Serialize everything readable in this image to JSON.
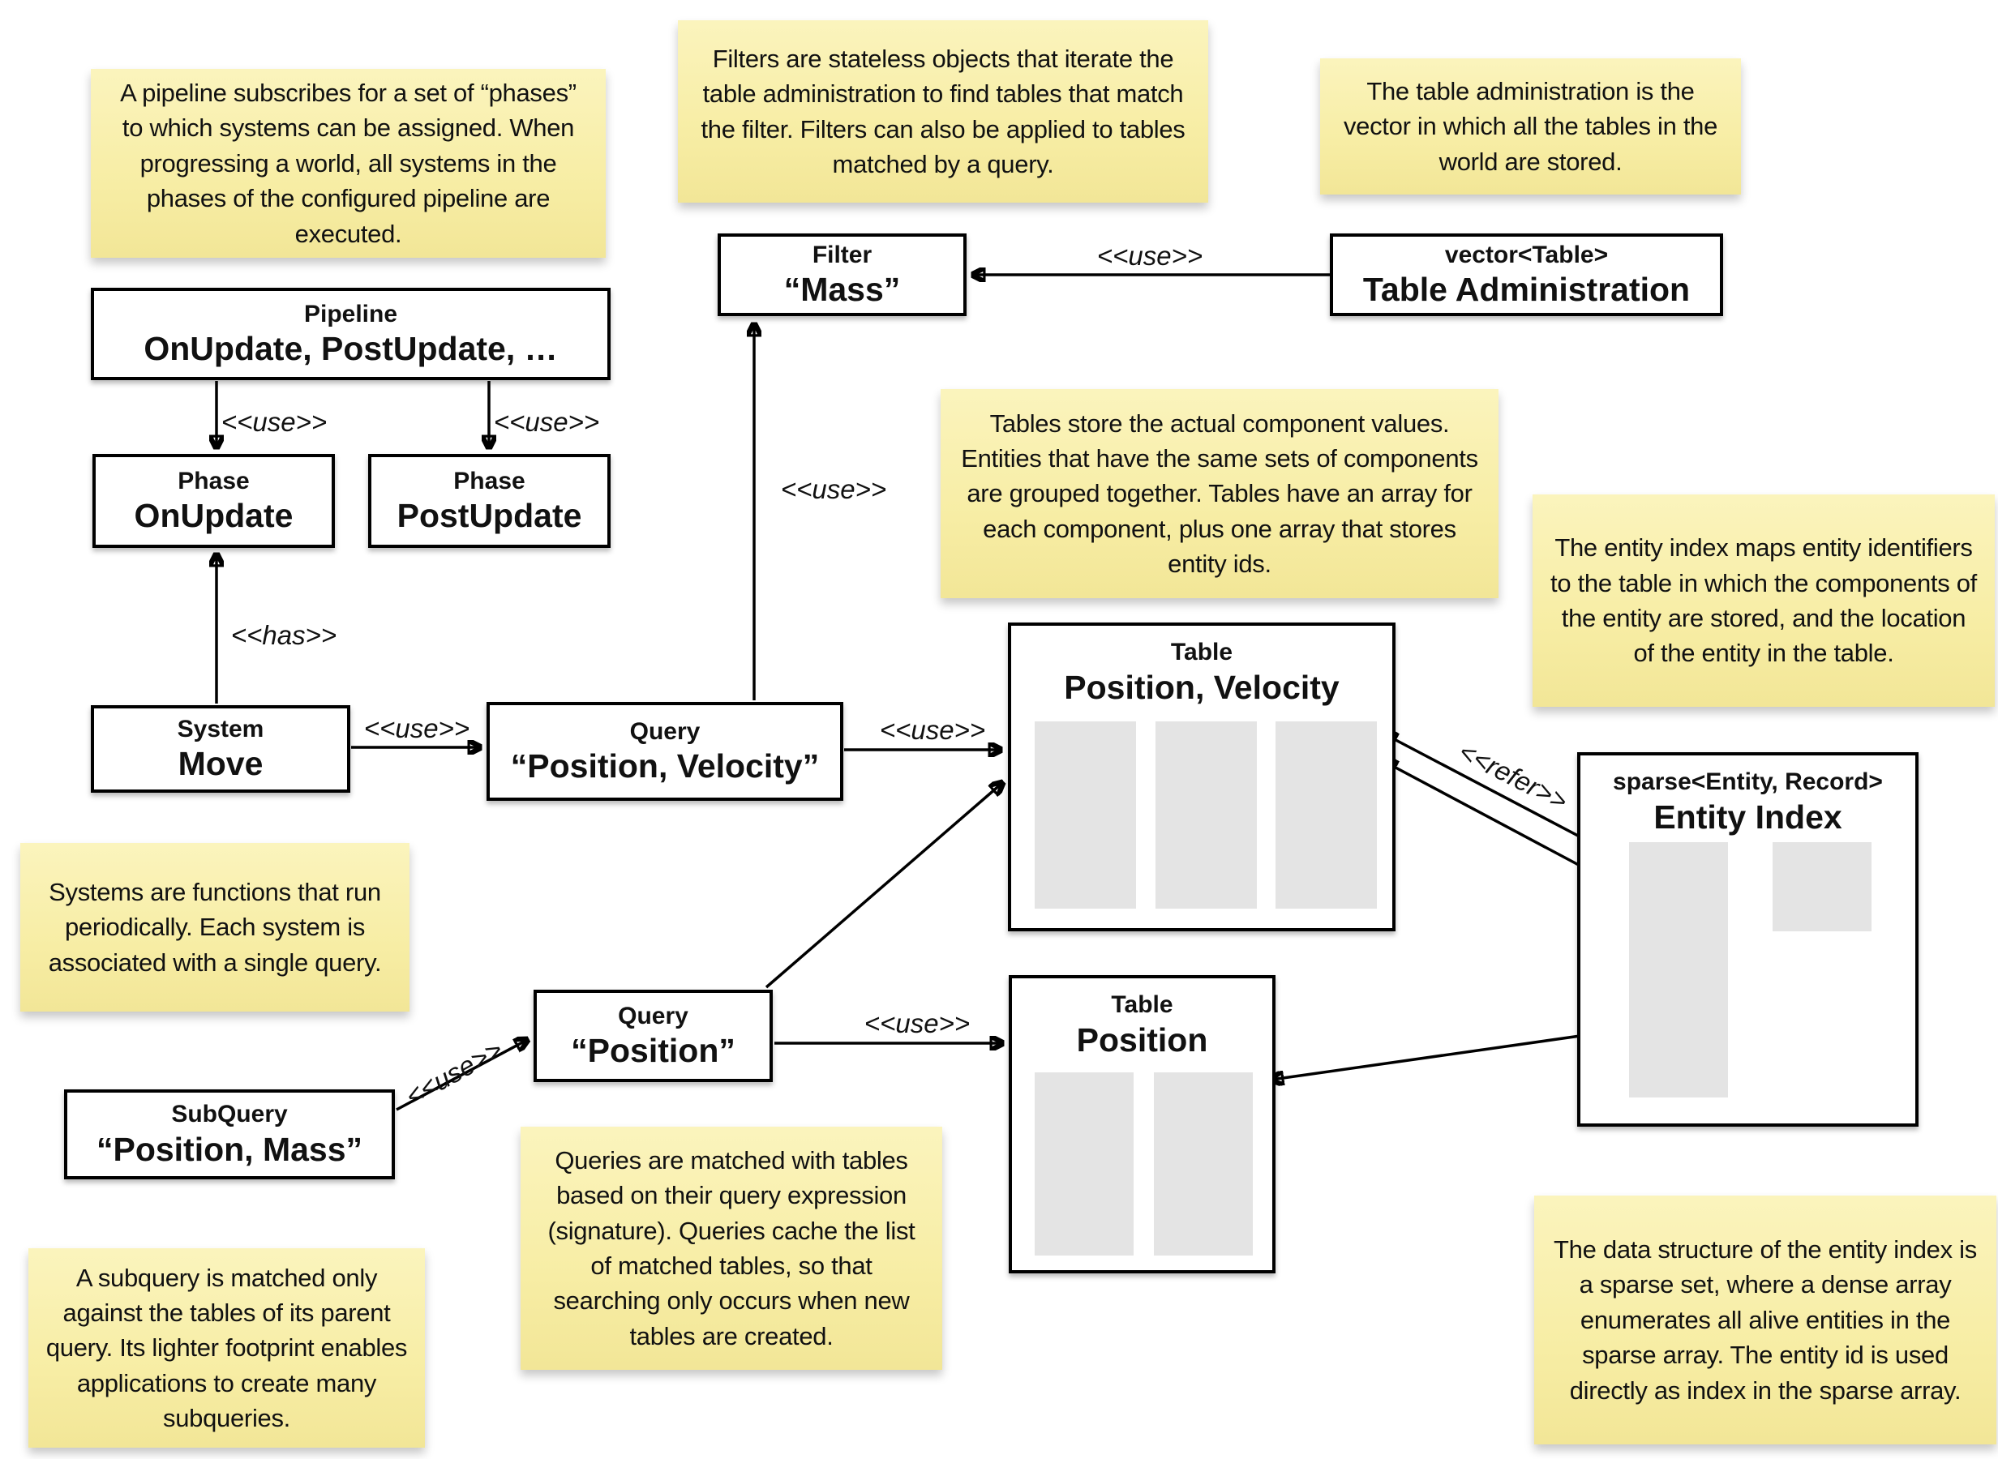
{
  "diagram": {
    "colors": {
      "background": "#ffffff",
      "note_yellow": "#f7eda4",
      "box_border": "#000000",
      "array_gray": "#e4e4e4"
    },
    "notes": {
      "pipeline": "A pipeline subscribes for a set of “phases” to which systems can be assigned. When progressing a world, all systems in the phases of the configured pipeline are executed.",
      "filters": "Filters are stateless objects that iterate the table administration to find tables that match the filter. Filters can also be applied to tables matched by a query.",
      "table_admin": "The table administration is the vector in which all the tables in the world are stored.",
      "tables": "Tables store the actual component values. Entities that have the same sets of components are grouped together. Tables have an array for each component, plus one array that stores entity ids.",
      "entity_index": "The entity index maps entity identifiers to the table in which the components of the entity are stored, and the location of the entity in the table.",
      "systems": "Systems are functions that run periodically. Each system is associated with a single query.",
      "queries": "Queries are matched with tables based on their query expression (signature). Queries cache the list of matched tables, so that searching only occurs when new tables are created.",
      "subquery": "A subquery is matched only against the tables of its parent query. Its lighter footprint enables applications to create many subqueries.",
      "sparse_set": "The data structure of the entity index is a sparse set, where a dense array enumerates all alive entities in the sparse array. The entity id is used directly as index in the sparse array."
    },
    "boxes": {
      "pipeline": {
        "stereotype": "Pipeline",
        "name": "OnUpdate, PostUpdate, …"
      },
      "phase_onupdate": {
        "stereotype": "Phase",
        "name": "OnUpdate"
      },
      "phase_postupdate": {
        "stereotype": "Phase",
        "name": "PostUpdate"
      },
      "system_move": {
        "stereotype": "System",
        "name": "Move"
      },
      "query_pv": {
        "stereotype": "Query",
        "name": "“Position, Velocity”"
      },
      "filter_mass": {
        "stereotype": "Filter",
        "name": "“Mass”"
      },
      "table_admin": {
        "stereotype": "vector<Table>",
        "name": "Table Administration"
      },
      "table_pv": {
        "stereotype": "Table",
        "name": "Position, Velocity"
      },
      "table_pos": {
        "stereotype": "Table",
        "name": "Position"
      },
      "query_pos": {
        "stereotype": "Query",
        "name": "“Position”"
      },
      "subquery": {
        "stereotype": "SubQuery",
        "name": "“Position, Mass”"
      },
      "entity_index": {
        "stereotype": "sparse<Entity, Record>",
        "name": "Entity Index"
      }
    },
    "edge_labels": {
      "admin_to_filter": "<<use>>",
      "query_pv_to_filter": "<<use>>",
      "pipeline_to_onupdate": "<<use>>",
      "pipeline_to_postupdate": "<<use>>",
      "move_has_phase": "<<has>>",
      "move_to_query": "<<use>>",
      "query_pv_to_table": "<<use>>",
      "query_pos_to_table": "<<use>>",
      "subquery_to_query": "<<use>>",
      "entity_index_refer": "<<refer>>"
    }
  }
}
